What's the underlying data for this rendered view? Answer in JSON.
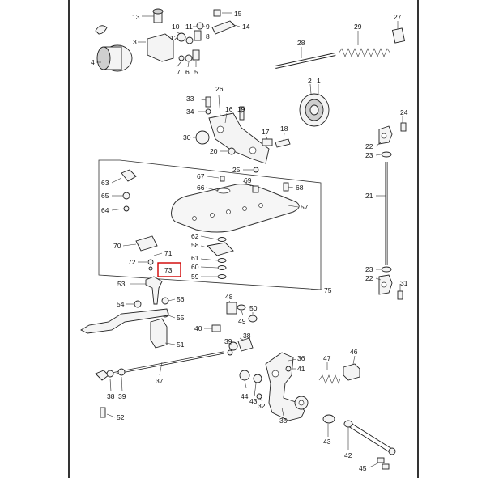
{
  "diagram": {
    "highlight_color": "#d00000",
    "callouts": {
      "c1": "1",
      "c2": "2",
      "c3": "3",
      "c4": "4",
      "c5": "5",
      "c6": "6",
      "c7": "7",
      "c8": "8",
      "c9": "9",
      "c10": "10",
      "c11": "11",
      "c12": "12",
      "c13": "13",
      "c14": "14",
      "c15": "15",
      "c16": "16",
      "c17": "17",
      "c18": "18",
      "c19": "19",
      "c20": "20",
      "c21": "21",
      "c22a": "22",
      "c22b": "22",
      "c23a": "23",
      "c23b": "23",
      "c24": "24",
      "c25": "25",
      "c26": "26",
      "c27": "27",
      "c28": "28",
      "c29": "29",
      "c30": "30",
      "c31": "31",
      "c32": "32",
      "c33": "33",
      "c34": "34",
      "c35": "35",
      "c36": "36",
      "c37": "37",
      "c38a": "38",
      "c38b": "38",
      "c39a": "39",
      "c39b": "39",
      "c40": "40",
      "c41": "41",
      "c42": "42",
      "c43a": "43",
      "c43b": "43",
      "c44": "44",
      "c45": "45",
      "c46": "46",
      "c47": "47",
      "c48": "48",
      "c49": "49",
      "c50": "50",
      "c51": "51",
      "c52": "52",
      "c53": "53",
      "c54": "54",
      "c55": "55",
      "c56": "56",
      "c57": "57",
      "c58": "58",
      "c59": "59",
      "c60": "60",
      "c61": "61",
      "c62": "62",
      "c63": "63",
      "c64": "64",
      "c65": "65",
      "c66": "66",
      "c67": "67",
      "c68": "68",
      "c69": "69",
      "c70": "70",
      "c71": "71",
      "c72": "72",
      "c73": "73",
      "c75": "75"
    }
  }
}
